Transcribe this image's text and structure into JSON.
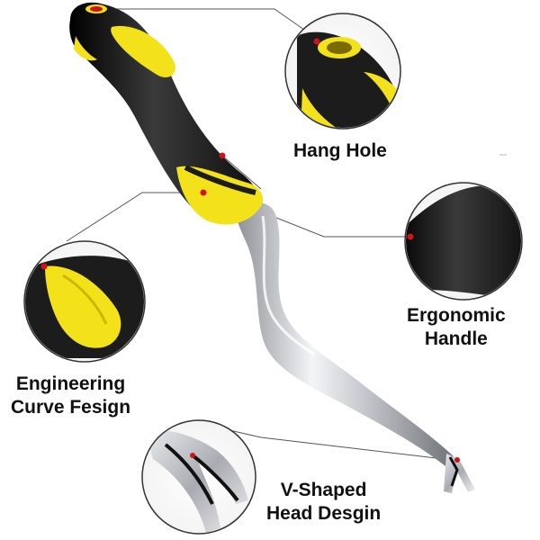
{
  "features": [
    {
      "id": "hang-hole",
      "lines": [
        "Hang Hole"
      ]
    },
    {
      "id": "ergonomic-handle",
      "lines": [
        "Ergonomic",
        "Handle"
      ]
    },
    {
      "id": "engineering-curve",
      "lines": [
        "Engineering",
        "Curve Fesign"
      ]
    },
    {
      "id": "v-shaped-head",
      "lines": [
        "V-Shaped",
        "Head Desgin"
      ]
    }
  ],
  "colors": {
    "handle_black": "#1c1c1c",
    "grip_yellow": "#f3e21a",
    "steel": "#c9ccd1",
    "marker_red": "#d0121b",
    "leader_line": "#555555"
  }
}
